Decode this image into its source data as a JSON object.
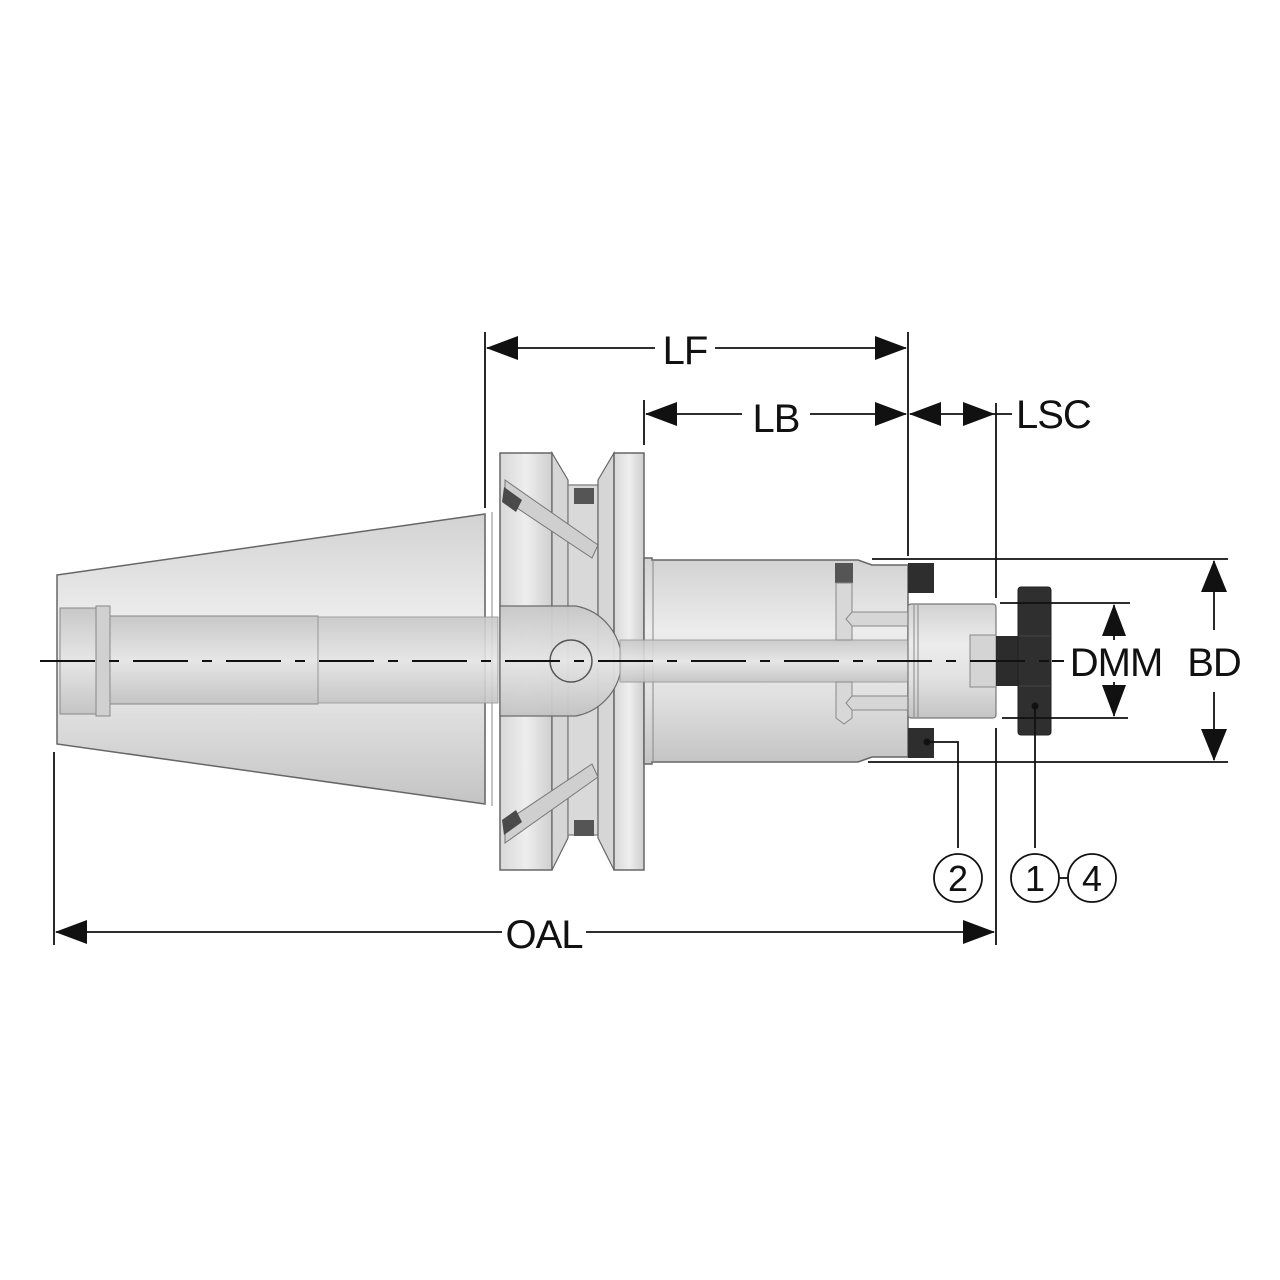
{
  "drawing": {
    "subject": "Shell mill arbor tool holder (taper shank) side view",
    "colors": {
      "body_light": "#e4e4e4",
      "body_mid": "#c9c9c9",
      "body_dark": "#9a9a9a",
      "outline": "#555555",
      "dark_parts": "#2b2b2b",
      "dim_lines": "#111111",
      "background": "#ffffff"
    }
  },
  "dimensions": {
    "lf": "LF",
    "lb": "LB",
    "lsc": "LSC",
    "dmm": "DMM",
    "bd": "BD",
    "oal": "OAL"
  },
  "callouts": {
    "c2": "2",
    "c1": "1",
    "c4": "4"
  }
}
